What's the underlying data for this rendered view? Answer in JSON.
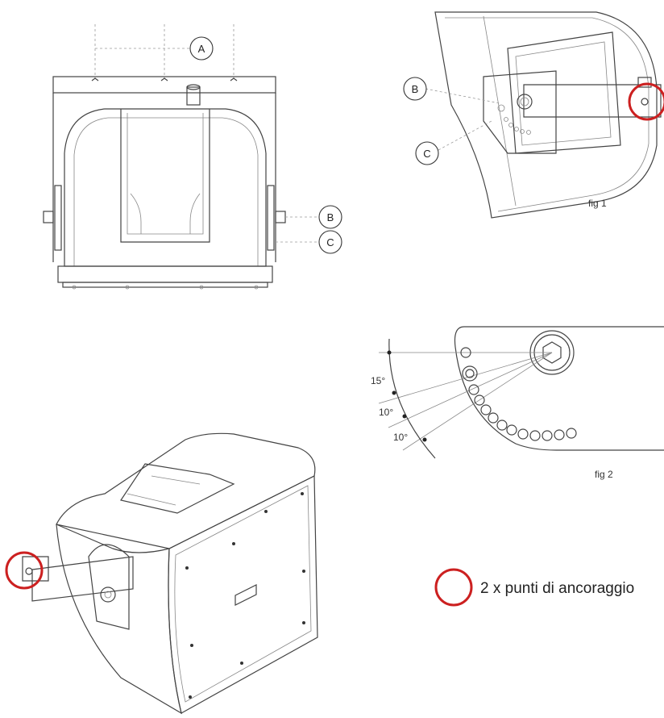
{
  "callouts": {
    "a": "A",
    "b": "B",
    "c": "C"
  },
  "figures": {
    "fig1": "fig 1",
    "fig2": "fig 2"
  },
  "angles": {
    "a1": "15°",
    "a2": "10°",
    "a3": "10°"
  },
  "legend": {
    "text": "2 x punti di ancoraggio"
  },
  "colors": {
    "highlight": "#cc2020"
  }
}
